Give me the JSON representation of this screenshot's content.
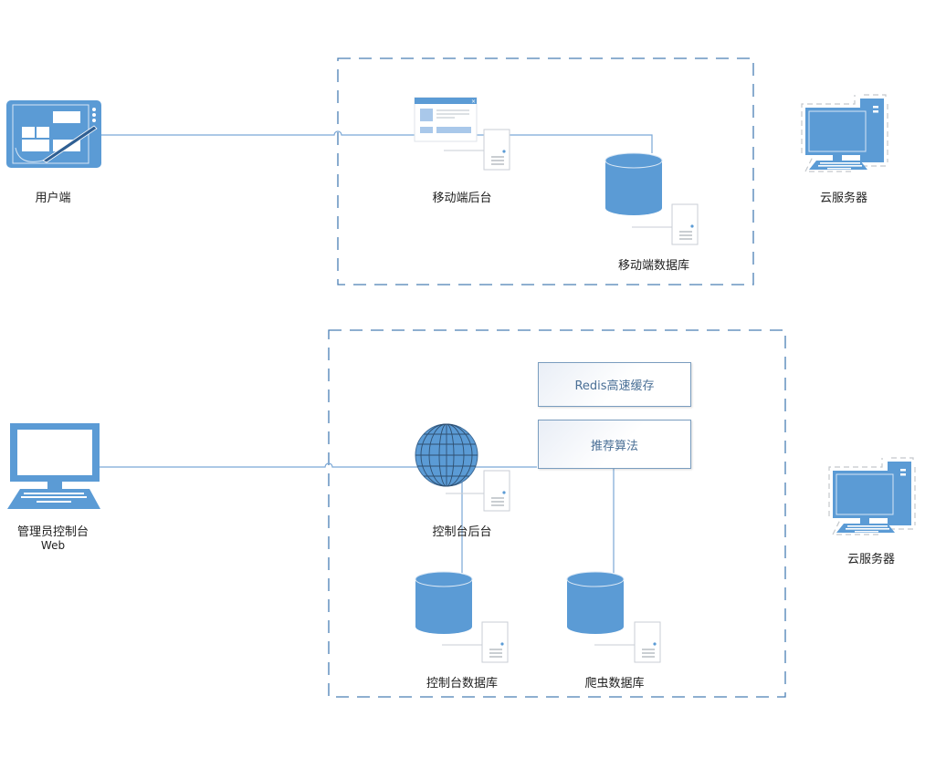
{
  "colors": {
    "primary": "#5b9bd5",
    "line": "#7aa7d6",
    "dash": "#4a7fb5",
    "box_border": "#7a9dbf"
  },
  "user_client": {
    "label": "用户端",
    "icon": "tablet-pen-icon"
  },
  "admin_client": {
    "label": "管理员控制台",
    "sublabel": "Web",
    "icon": "laptop-icon"
  },
  "mobile_group": {
    "backend": {
      "label": "移动端后台",
      "icon": "web-app-window-icon"
    },
    "database": {
      "label": "移动端数据库",
      "icon": "database-cylinder-icon"
    },
    "cloud": {
      "label": "云服务器",
      "icon": "desktop-computer-icon"
    }
  },
  "console_group": {
    "cache": {
      "label": "Redis高速缓存"
    },
    "algorithm": {
      "label": "推荐算法"
    },
    "backend": {
      "label": "控制台后台",
      "icon": "globe-icon"
    },
    "console_db": {
      "label": "控制台数据库",
      "icon": "database-cylinder-icon"
    },
    "crawler_db": {
      "label": "爬虫数据库",
      "icon": "database-cylinder-icon"
    },
    "cloud": {
      "label": "云服务器",
      "icon": "desktop-computer-icon"
    }
  }
}
